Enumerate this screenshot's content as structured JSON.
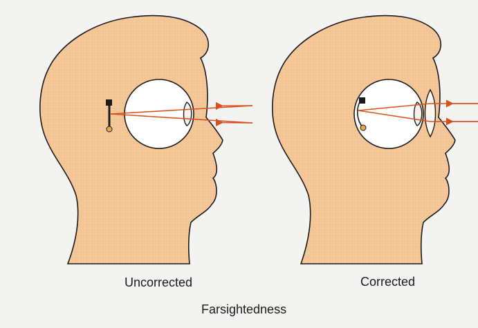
{
  "diagram": {
    "panels": [
      {
        "label": "Uncorrected"
      },
      {
        "label": "Corrected"
      }
    ],
    "caption": "Farsightedness"
  },
  "colors": {
    "skin": "#f6c99a",
    "outline": "#1a1a1a",
    "ray": "#d9501f",
    "eyeball": "#ffffff",
    "background": "#f3f3f1",
    "focal_point": "#e7a64a"
  }
}
